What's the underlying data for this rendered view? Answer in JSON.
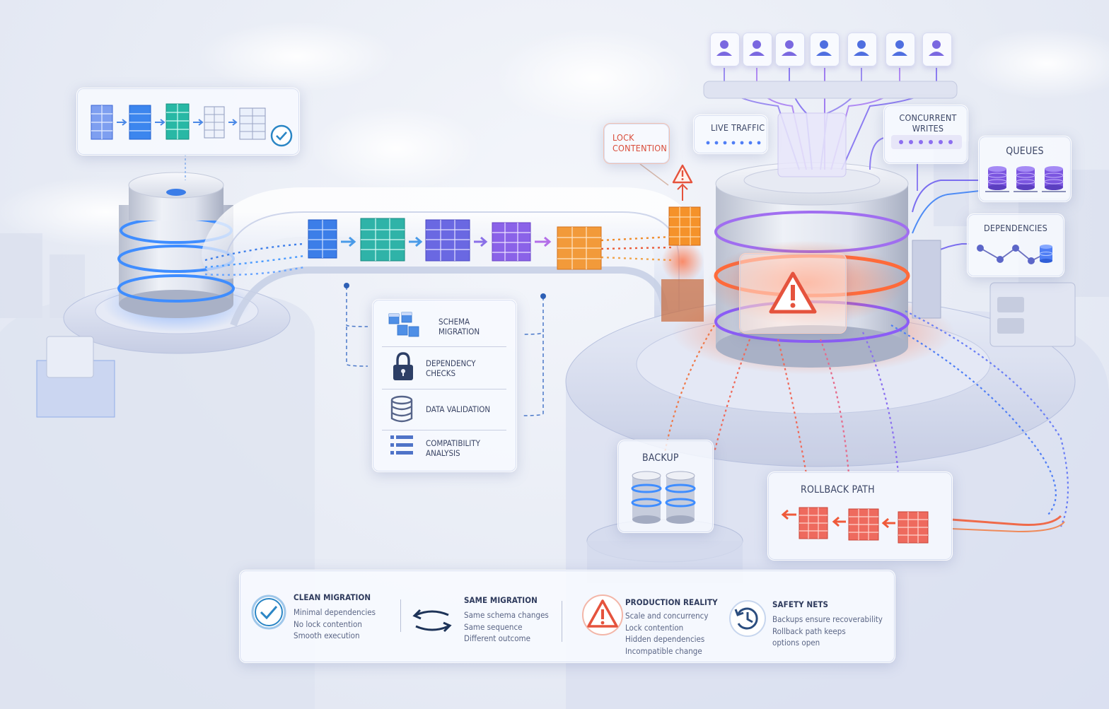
{
  "top_left_panel": {
    "status": "check"
  },
  "lock_contention": {
    "label": "LOCK CONTENTION"
  },
  "live_traffic": {
    "label": "LIVE TRAFFIC"
  },
  "concurrent_writes": {
    "label": "CONCURRENT WRITES"
  },
  "queues": {
    "label": "QUEUES"
  },
  "dependencies": {
    "label": "DEPENDENCIES"
  },
  "backup": {
    "label": "BACKUP"
  },
  "rollback": {
    "label": "ROLLBACK PATH"
  },
  "checklist": [
    {
      "label": "SCHEMA MIGRATION",
      "icon": "cubes-icon"
    },
    {
      "label": "DEPENDENCY CHECKS",
      "icon": "lock-icon"
    },
    {
      "label": "DATA VALIDATION",
      "icon": "database-icon"
    },
    {
      "label": "COMPATIBILITY ANALYSIS",
      "icon": "list-icon"
    }
  ],
  "summary": {
    "clean": {
      "title": "CLEAN MIGRATION",
      "lines": [
        "Minimal dependencies",
        "No lock contention",
        "Smooth execution"
      ]
    },
    "same": {
      "title": "SAME MIGRATION",
      "lines": [
        "Same schema changes",
        "Same sequence",
        "Different outcome"
      ]
    },
    "production": {
      "title": "PRODUCTION REALITY",
      "lines": [
        "Scale and concurrency",
        "Lock contention",
        "Hidden dependencies",
        "Incompatible change"
      ]
    },
    "safety": {
      "title": "SAFETY NETS",
      "lines": [
        "Backups ensure recoverability",
        "Rollback path keeps",
        "options open"
      ]
    }
  },
  "colors": {
    "blue": "#3b7de8",
    "teal": "#2fb3a8",
    "purple": "#7a68e0",
    "orange": "#f08b2a",
    "red": "#e5533d",
    "check": "#2b86c5"
  }
}
